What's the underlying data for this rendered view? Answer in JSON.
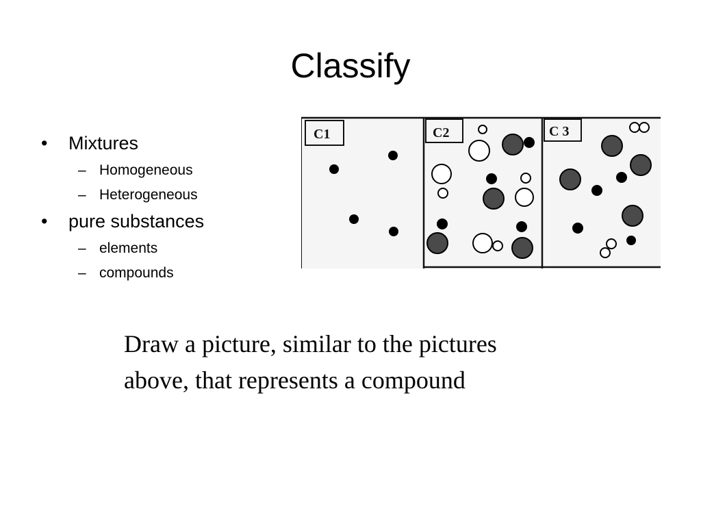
{
  "slide": {
    "title": "Classify",
    "bullets": [
      {
        "marker": "•",
        "label": "Mixtures",
        "children": [
          {
            "marker": "–",
            "label": "Homogeneous"
          },
          {
            "marker": "–",
            "label": "Heterogeneous"
          }
        ]
      },
      {
        "marker": "•",
        "label": "pure substances",
        "children": [
          {
            "marker": "–",
            "label": "elements"
          },
          {
            "marker": "–",
            "label": "compounds"
          }
        ]
      }
    ],
    "diagram": {
      "boxes": [
        {
          "label": "C1"
        },
        {
          "label": "C2"
        },
        {
          "label": "C 3"
        }
      ],
      "colors": {
        "solid_atom": "#000000",
        "gray_atom": "#4a4a4a",
        "hollow_atom": "#ffffff",
        "background": "#f5f5f5",
        "border": "#111111"
      }
    },
    "prompt": "Draw a picture, similar to the pictures above, that represents a compound"
  }
}
